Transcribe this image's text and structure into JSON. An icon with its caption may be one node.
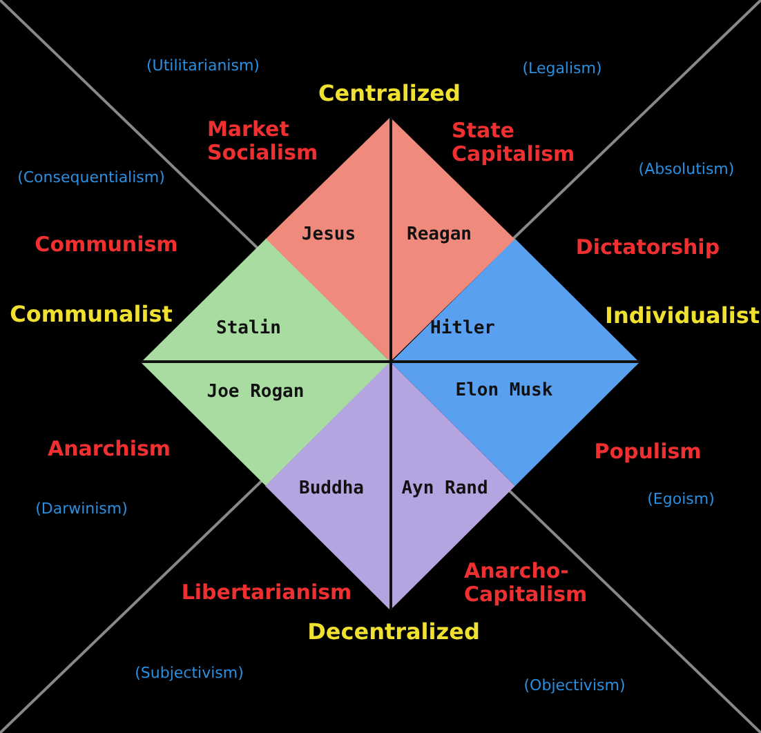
{
  "diagram": {
    "nodes": [
      {
        "text": [
          "Jesus",
          "Reagan"
        ]
      },
      {
        "text": [
          "Stalin",
          "Joe Rogan"
        ]
      },
      {
        "text": [
          "Hitler",
          "Elon Musk"
        ]
      },
      {
        "text": [
          "Buddha",
          "Ayn Rand"
        ]
      }
    ],
    "labels": [
      "(Utilitarianism)",
      "(Legalism)",
      "Centralized",
      "Market Socialism",
      "State Capitalism",
      "(Consequentialism)",
      "(Absolutism)",
      "Communism",
      "Dictatorship",
      "Communalist",
      "Individualist",
      "Anarchism",
      "Populism",
      "(Darwinism)",
      "(Egoism)",
      "Libertarianism",
      "Anarcho-Capitalism",
      "Decentralized",
      "(Subjectivism)",
      "(Objectivism)"
    ]
  }
}
